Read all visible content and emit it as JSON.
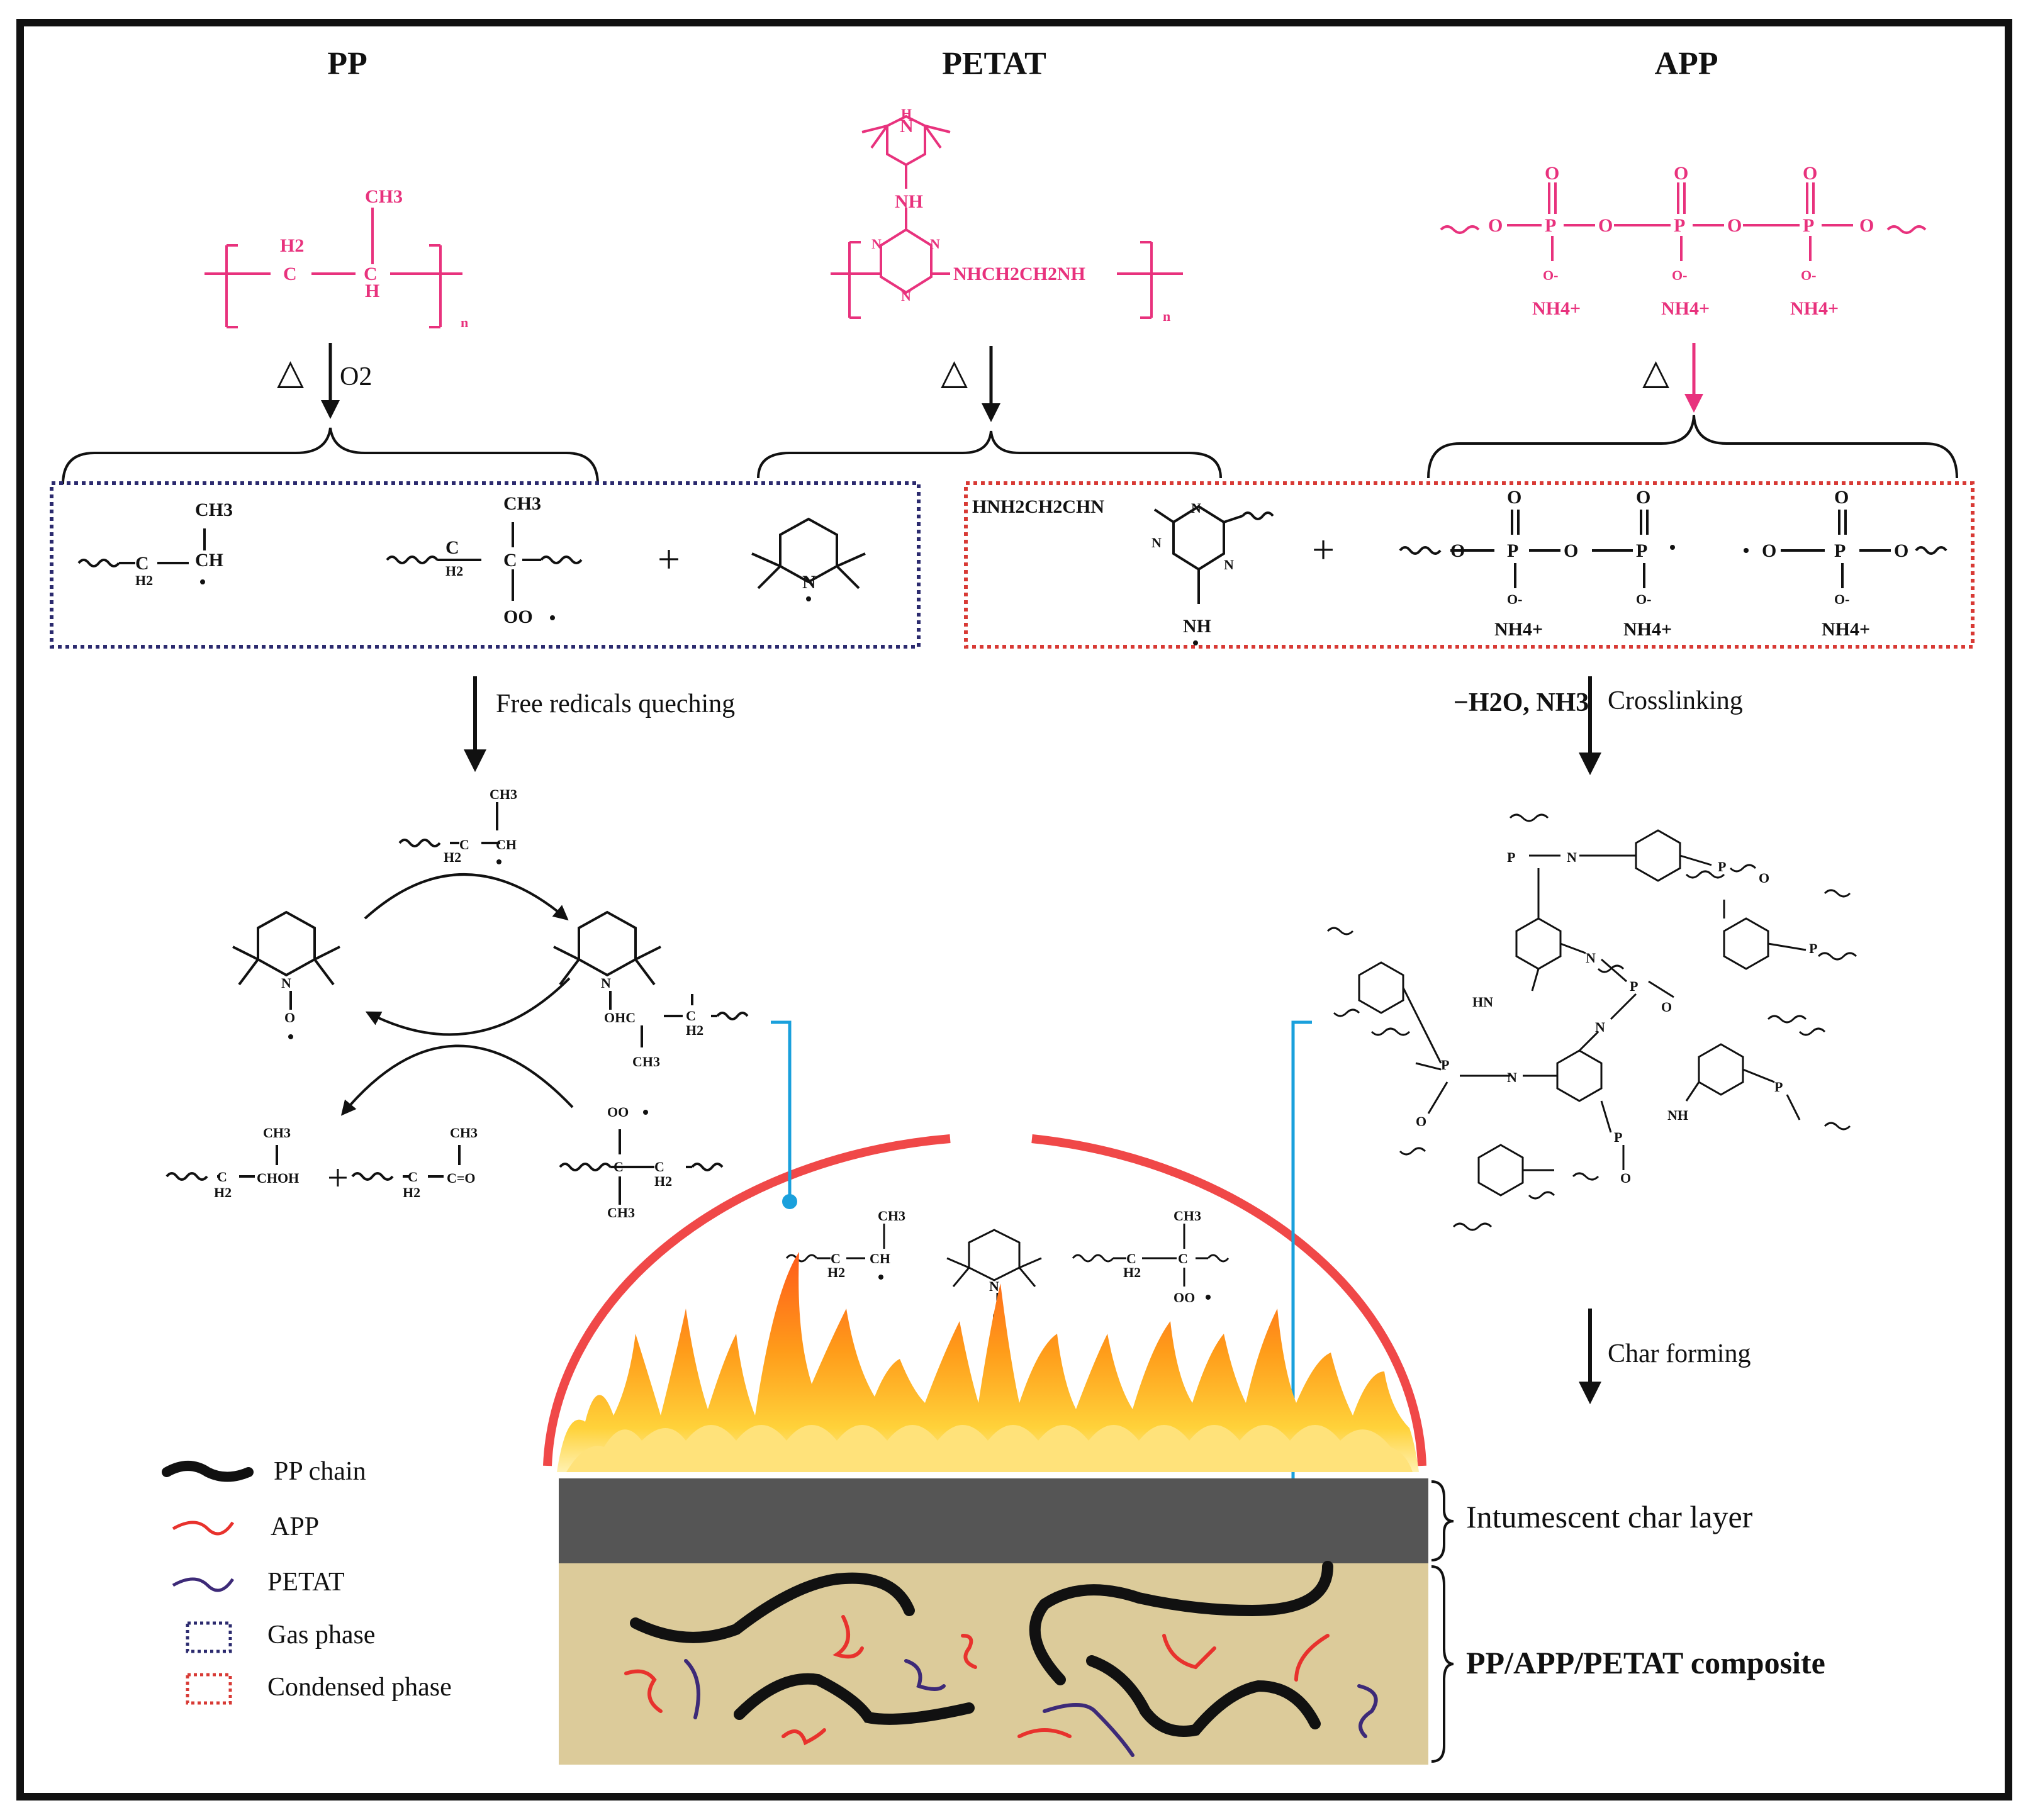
{
  "headers": {
    "pp": "PP",
    "petat": "PETAT",
    "app": "APP"
  },
  "pp_structure": {
    "ch3": "CH3",
    "h2": "H2",
    "c1": "C",
    "c2": "C",
    "h": "H",
    "n": "n"
  },
  "petat_structure": {
    "h": "H",
    "n_ring": "N",
    "nh": "NH",
    "n1": "N",
    "n2": "N",
    "n3": "N",
    "chain": "NHCH2CH2NH",
    "n": "n"
  },
  "app_structure": {
    "o_top": "O",
    "p": "P",
    "o_link": "O",
    "o_minus": "O-",
    "nh4": "NH4+"
  },
  "arrows": {
    "heat_symbol": "△",
    "o2": "O2",
    "free_radicals": "Free redicals queching",
    "minus_h2o": "−H2O, NH3",
    "crosslinking": "Crosslinking",
    "char_forming": "Char forming"
  },
  "radicals": {
    "ch3": "CH3",
    "ch": "CH",
    "c": "C",
    "h2": "H2",
    "oo": "OO",
    "n": "N",
    "triazine_chain": "HNH2CH2CHN",
    "nh": "NH",
    "plus": "+"
  },
  "quench_cycle": {
    "ch3": "CH3",
    "ch": "CH",
    "c": "C",
    "h2": "H2",
    "o": "O",
    "ohc": "OHC",
    "chhoh": "CHOH",
    "c_eq_o": "C=O",
    "oo": "OO",
    "n": "N",
    "plus": "+"
  },
  "network": {
    "p": "P",
    "n": "N",
    "o": "O",
    "nh": "NH",
    "hn": "HN"
  },
  "legend": {
    "items": [
      {
        "label": "PP chain",
        "color": "#111111"
      },
      {
        "label": "APP",
        "color": "#e8322d"
      },
      {
        "label": "PETAT",
        "color": "#3d2a78"
      },
      {
        "label": "Gas phase",
        "color": "#2b2a6e"
      },
      {
        "label": "Condensed phase",
        "color": "#d83a35"
      }
    ]
  },
  "layers": {
    "char_layer": "Intumescent char layer",
    "composite": "PP/APP/PETAT composite"
  },
  "colors": {
    "pink": "#e8327d",
    "gas_box": "#2b2a6e",
    "condensed_box": "#d83a35",
    "char": "#555555",
    "composite": "#dccb9a",
    "dome": "#f04848",
    "connector": "#1aa0dc"
  }
}
